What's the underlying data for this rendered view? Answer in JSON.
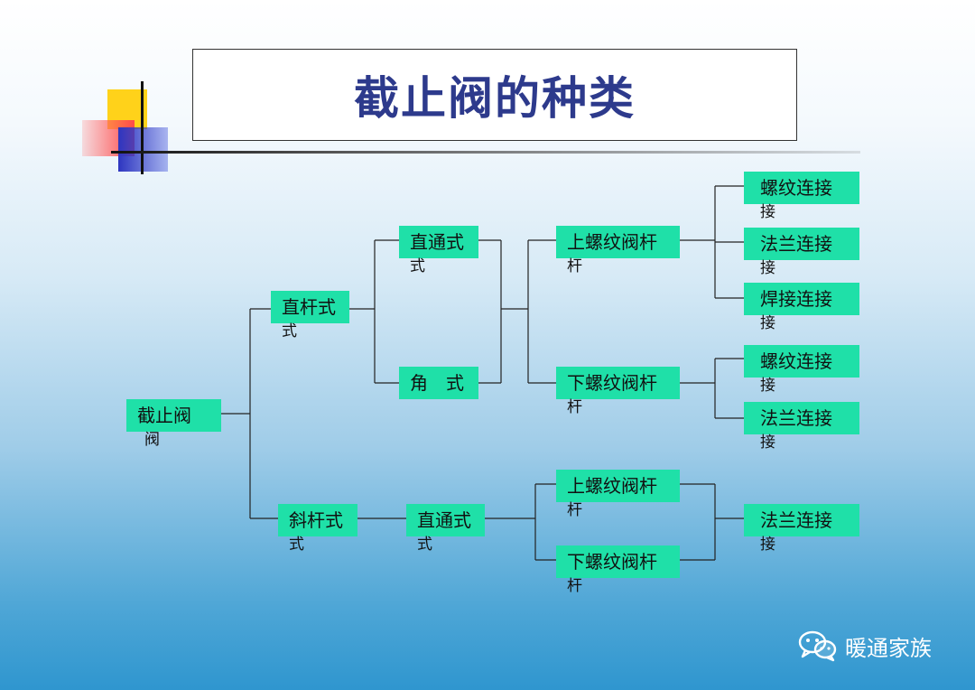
{
  "title": "截止阀的种类",
  "watermark": "暖通家族",
  "colors": {
    "node_fill": "#1fe0a8",
    "title_text": "#2d3a8c"
  },
  "nodes": {
    "root": "截止阀",
    "straight_stem": "直杆式",
    "oblique_stem": "斜杆式",
    "straight_through_1": "直通式",
    "angle": "角　式",
    "straight_through_2": "直通式",
    "upper_thread_1": "上螺纹阀杆",
    "lower_thread_1": "下螺纹阀杆",
    "upper_thread_2": "上螺纹阀杆",
    "lower_thread_2": "下螺纹阀杆",
    "conn_thread_1": "螺纹连接",
    "conn_flange_1": "法兰连接",
    "conn_weld_1": "焊接连接",
    "conn_thread_2": "螺纹连接",
    "conn_flange_2": "法兰连接",
    "conn_flange_3": "法兰连接"
  },
  "spill": {
    "root": "阀",
    "straight_stem": "式",
    "oblique_stem": "式",
    "straight_through_1": "式",
    "straight_through_2": "式",
    "upper_thread_1": "杆",
    "lower_thread_1": "杆",
    "upper_thread_2": "杆",
    "lower_thread_2": "杆",
    "conn_thread_1": "接",
    "conn_flange_1": "接",
    "conn_weld_1": "接",
    "conn_thread_2": "接",
    "conn_flange_2": "接",
    "conn_flange_3": "接"
  }
}
